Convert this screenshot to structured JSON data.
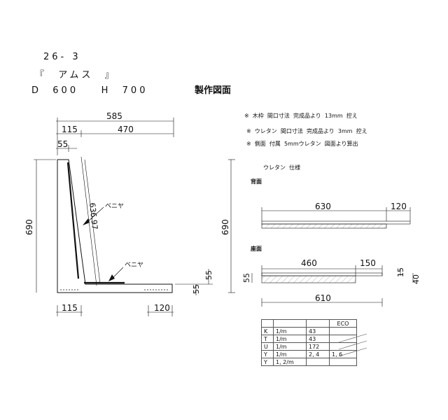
{
  "header": {
    "code": "26- 3",
    "name": "『  アムス  』",
    "size": "D  600    H  700"
  },
  "title": "製作図面",
  "notes": [
    "※  木枠  間口寸法  完成品より  13mm  控え",
    "※  ウレタン  間口寸法  完成品より  3mm  控え",
    "※  側面  付属  5mmウレタン  図面より算出"
  ],
  "urethan_spec": "ウレタン  仕様",
  "back_label": "背面",
  "seat_label": "座面",
  "side": {
    "dim_top_total": "585",
    "dim_top_left": "115",
    "dim_top_right": "470",
    "dim_55": "55",
    "dim_height": "690",
    "dim_diag": "636.97",
    "veneer_1": "ベニヤ",
    "veneer_2": "ベニヤ",
    "dim_bottom_left": "115",
    "dim_bottom_right": "120",
    "dim_seat_55a": "55",
    "dim_seat_55b": "55"
  },
  "back_part": {
    "dim_length": "630",
    "dim_end": "120",
    "dim_height": "690"
  },
  "seat_part": {
    "dim_a": "460",
    "dim_b": "150",
    "dim_thick": "55",
    "dim_15": "15",
    "dim_40": "40",
    "dim_total": "610"
  },
  "eco_table": {
    "header": [
      "",
      "",
      "",
      "ECO"
    ],
    "rows": [
      [
        "K",
        "1/m",
        "43",
        ""
      ],
      [
        "T",
        "1/m",
        "43",
        ""
      ],
      [
        "U",
        "1/m",
        "172",
        ""
      ],
      [
        "Y",
        "1/m",
        "2, 4",
        "1, 6"
      ],
      [
        "Y",
        "1, 2/m",
        "",
        ""
      ]
    ]
  }
}
